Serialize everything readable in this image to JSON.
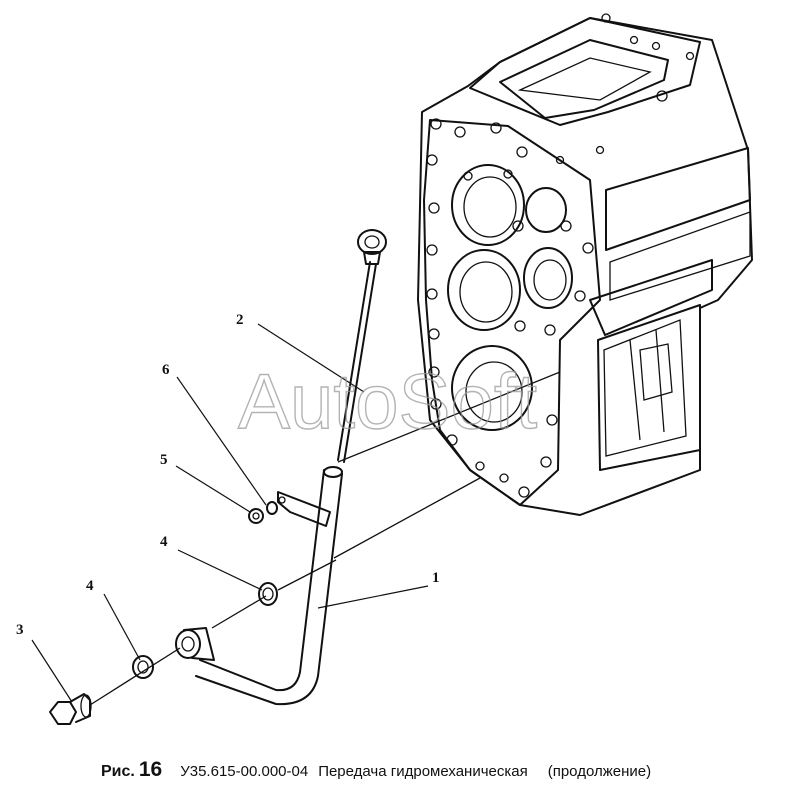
{
  "watermark": "AutoSoft",
  "callouts": [
    "1",
    "2",
    "3",
    "4",
    "4",
    "5",
    "6"
  ],
  "caption": {
    "fig_label": "Рис.",
    "fig_number": "16",
    "code": "У35.615-00.000-04",
    "title": "Передача гидромеханическая",
    "note": "(продолжение)"
  }
}
